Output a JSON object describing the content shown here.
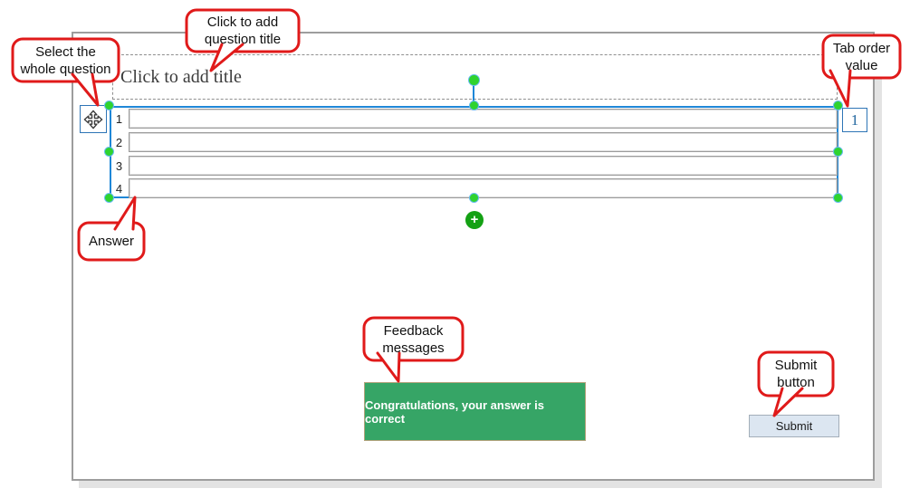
{
  "callouts": {
    "select_whole_question": "Select the\nwhole question",
    "click_to_add_question_title": "Click to add\nquestion title",
    "tab_order_value": "Tab order\nvalue",
    "answer": "Answer",
    "feedback_messages": "Feedback\nmessages",
    "submit_button": "Submit\nbutton"
  },
  "slide": {
    "title_placeholder": "Click to add title",
    "answers": [
      {
        "number": "1",
        "value": ""
      },
      {
        "number": "2",
        "value": ""
      },
      {
        "number": "3",
        "value": ""
      },
      {
        "number": "4",
        "value": ""
      }
    ],
    "tab_order": {
      "value": "1"
    },
    "add_button_glyph": "+",
    "feedback": {
      "correct_message": "Congratulations, your answer is correct"
    },
    "submit_label": "Submit"
  },
  "icons": {
    "move": "four-way-move-arrow-icon",
    "add": "plus-circle-icon"
  },
  "colors": {
    "callout_red": "#e01a1a",
    "selection_blue": "#1f87d7",
    "handle_green": "#2fd32f",
    "add_button_green": "#14a114",
    "feedback_green": "#36a566",
    "feedback_border": "#b3a37c",
    "submit_bg": "#dce6f1",
    "input_border": "#9b9b9b",
    "canvas_border": "#9d9d9d"
  }
}
